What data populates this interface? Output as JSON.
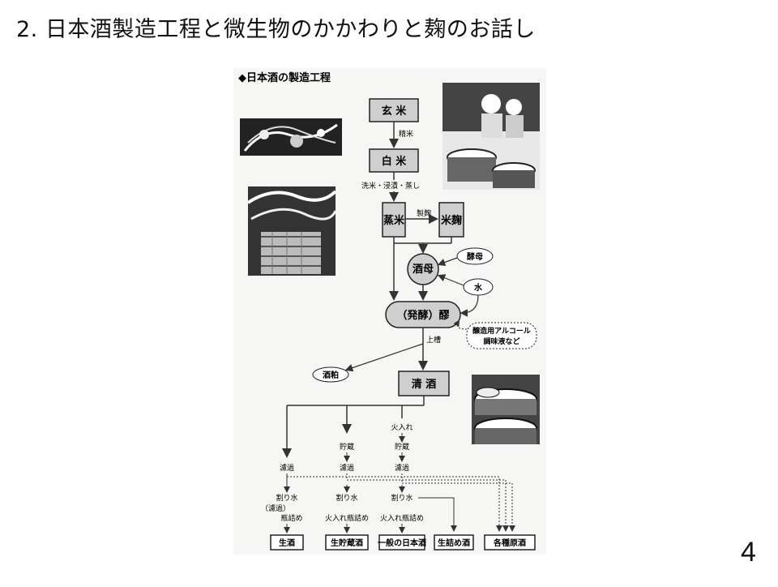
{
  "slide": {
    "title": "2. 日本酒製造工程と微生物のかかわりと麹のお話し",
    "page_number": "4"
  },
  "figure": {
    "heading": "◆日本酒の製造工程",
    "nodes": {
      "genmai": "玄 米",
      "hakumai": "白 米",
      "mushimai": "蒸米",
      "komekoji": "米麹",
      "shubo": "酒母",
      "kobo": "酵母",
      "mizu": "水",
      "moromi": "（発酵）醪",
      "additives_1": "醸造用アルコール",
      "additives_2": "調味液など",
      "sakekasu": "酒粕",
      "seishu": "清 酒"
    },
    "steps": {
      "seimai": "精米",
      "senmai": "洗米・浸漬・蒸し",
      "seikiku": "製麹",
      "joso": "上槽",
      "hiire": "火入れ",
      "chozo_1": "貯蔵",
      "chozo_2": "貯蔵",
      "roka_1": "濾過",
      "roka_2": "濾過",
      "roka_3": "濾過",
      "warimizu_1": "割り水",
      "warimizu_2": "割り水",
      "warimizu_3": "割り水",
      "roka_paren": "（濾過）",
      "binzume": "瓶詰め",
      "hiire_binzume_1": "火入れ瓶詰め",
      "hiire_binzume_2": "火入れ瓶詰め"
    },
    "products": {
      "namazake": "生酒",
      "namachozoshu": "生貯蔵酒",
      "ippan": "一般の日本酒",
      "namazumeshu": "生詰め酒",
      "genshu": "各種原酒"
    }
  }
}
